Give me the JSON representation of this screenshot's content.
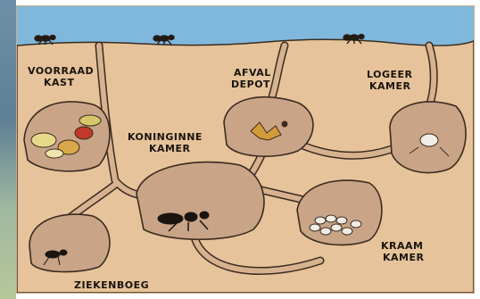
{
  "labels": {
    "voorraad_kast": [
      "VOORRAAD",
      "KAST"
    ],
    "afval_depot": [
      "AFVAL",
      "DEPOT"
    ],
    "logeer_kamer": [
      "LOGEER",
      "KAMER"
    ],
    "koninginne_kamer": [
      "KONINGINNE",
      "KAMER"
    ],
    "kraam_kamer": [
      "KRAAM",
      "KAMER"
    ],
    "ziekenboeg": [
      "ZIEKENBOEG"
    ]
  },
  "colors": {
    "sky": "#7fb8dc",
    "soil": "#e6c39a",
    "chamber": "#c9a487",
    "tunnel": "#d7b290",
    "outline": "#3b2b20",
    "eggs": "#f1ede6"
  }
}
